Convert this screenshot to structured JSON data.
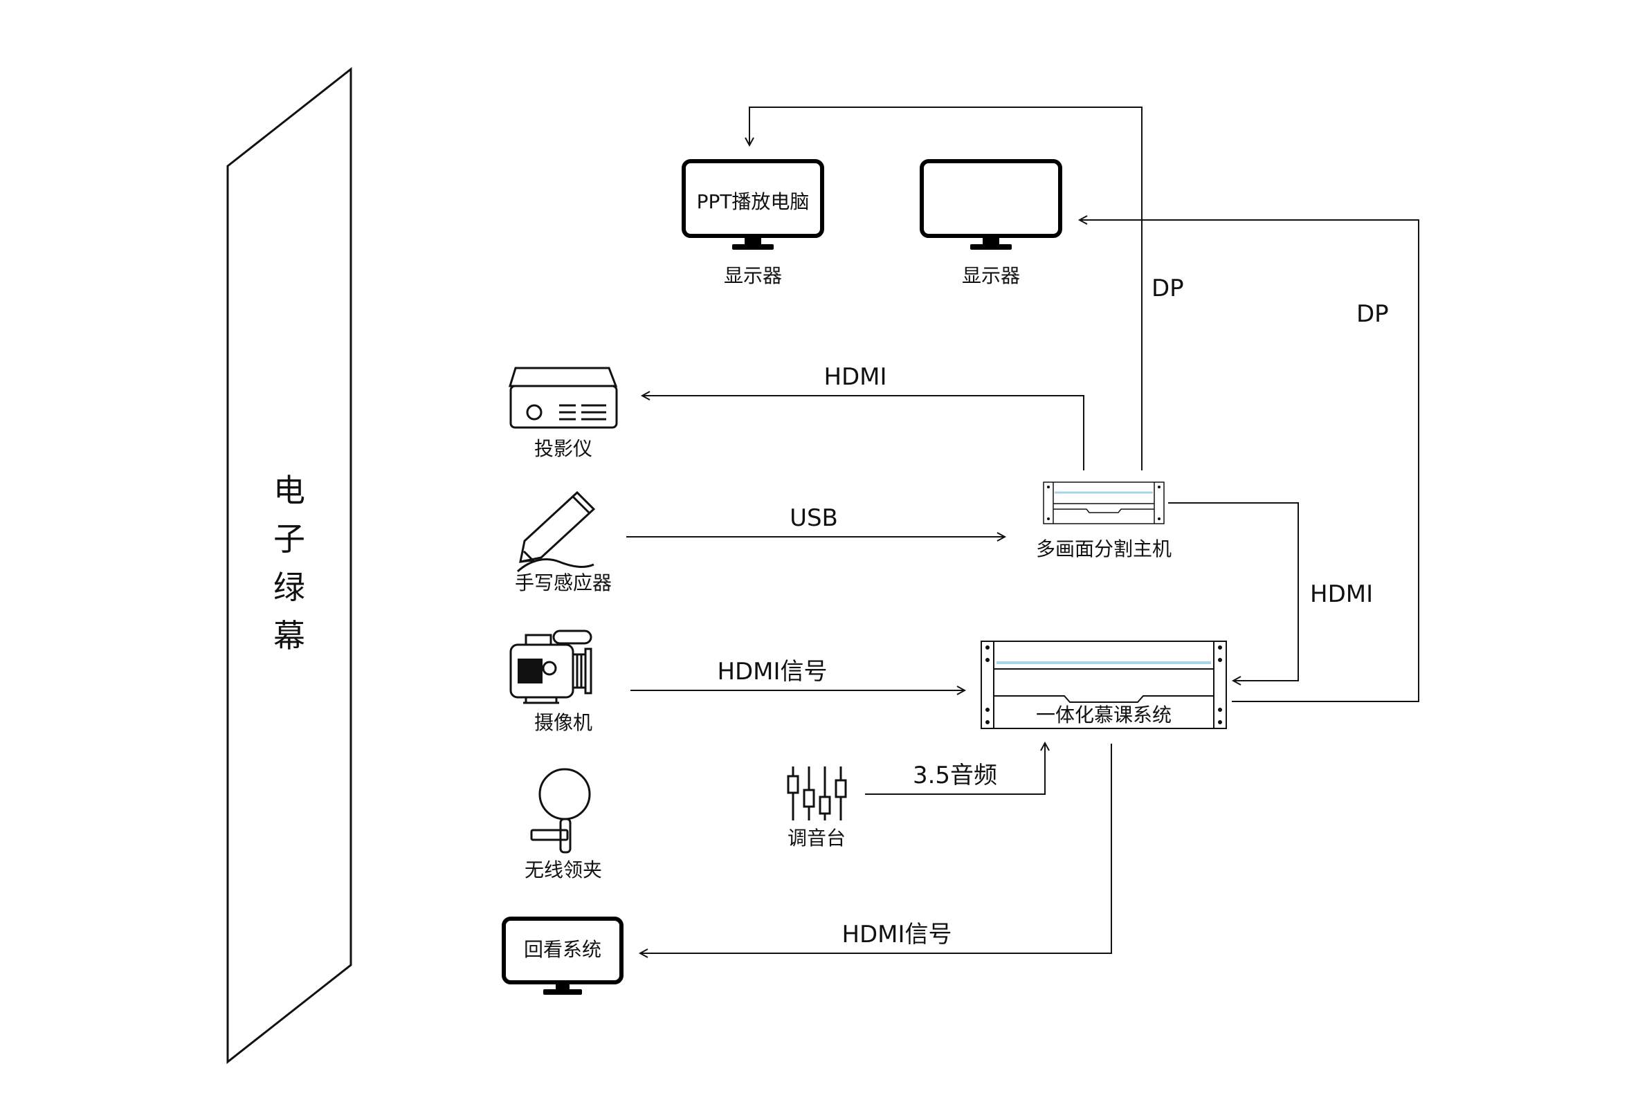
{
  "green_screen": {
    "label_chars": [
      "电",
      "子",
      "绿",
      "幕"
    ]
  },
  "devices": {
    "monitor_ppt": {
      "screen_text": "PPT播放电脑",
      "label": "显示器"
    },
    "monitor_2": {
      "label": "显示器"
    },
    "projector": {
      "label": "投影仪"
    },
    "pen_sensor": {
      "label": "手写感应器"
    },
    "camera": {
      "label": "摄像机"
    },
    "wireless_mic": {
      "label": "无线领夹"
    },
    "review_system": {
      "screen_text": "回看系统"
    },
    "splitter": {
      "label": "多画面分割主机"
    },
    "mooc_system": {
      "label": "一体化慕课系统"
    },
    "mixer": {
      "label": "调音台"
    }
  },
  "connections": {
    "dp_to_ppt": "DP",
    "dp_to_monitor": "DP",
    "hdmi_to_projector": "HDMI",
    "usb_pen": "USB",
    "hdmi_splitter_mooc": "HDMI",
    "hdmi_camera": "HDMI信号",
    "audio_mixer": "3.5音频",
    "hdmi_review": "HDMI信号"
  },
  "colors": {
    "line": "#111111",
    "screen_highlight": "#a9d4e6"
  }
}
